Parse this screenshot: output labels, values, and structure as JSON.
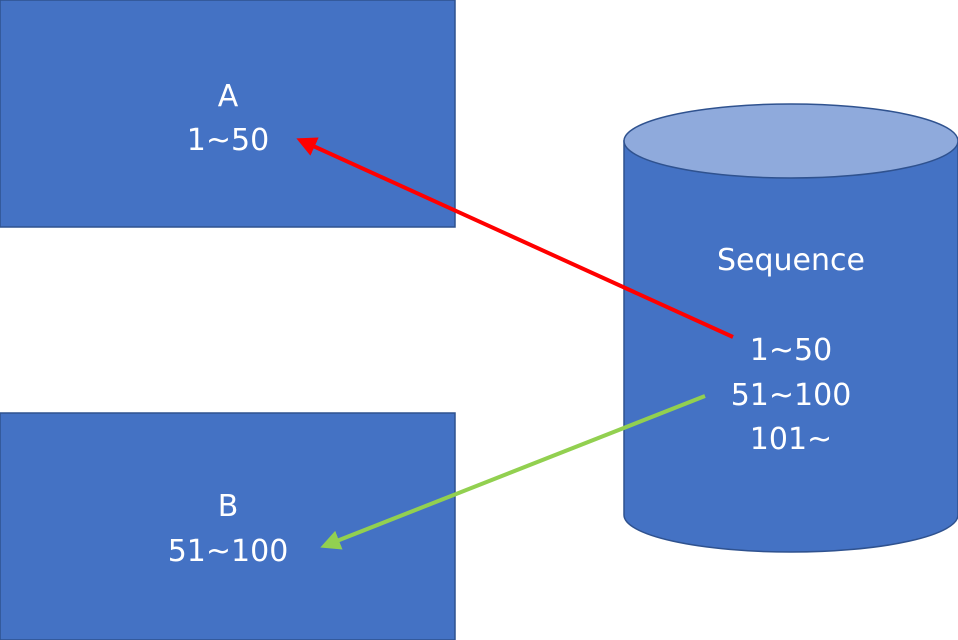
{
  "boxes": {
    "a": {
      "name": "A",
      "range": "1~50"
    },
    "b": {
      "name": "B",
      "range": "51~100"
    }
  },
  "sequence": {
    "title": "Sequence",
    "ranges": [
      "1~50",
      "51~100",
      "101~"
    ]
  },
  "colors": {
    "box_fill": "#4472C4",
    "box_stroke": "#2F528F",
    "cylinder_top": "#8FAADC",
    "text": "#FFFFFF",
    "arrow_a": "#FF0000",
    "arrow_b": "#92D050"
  }
}
